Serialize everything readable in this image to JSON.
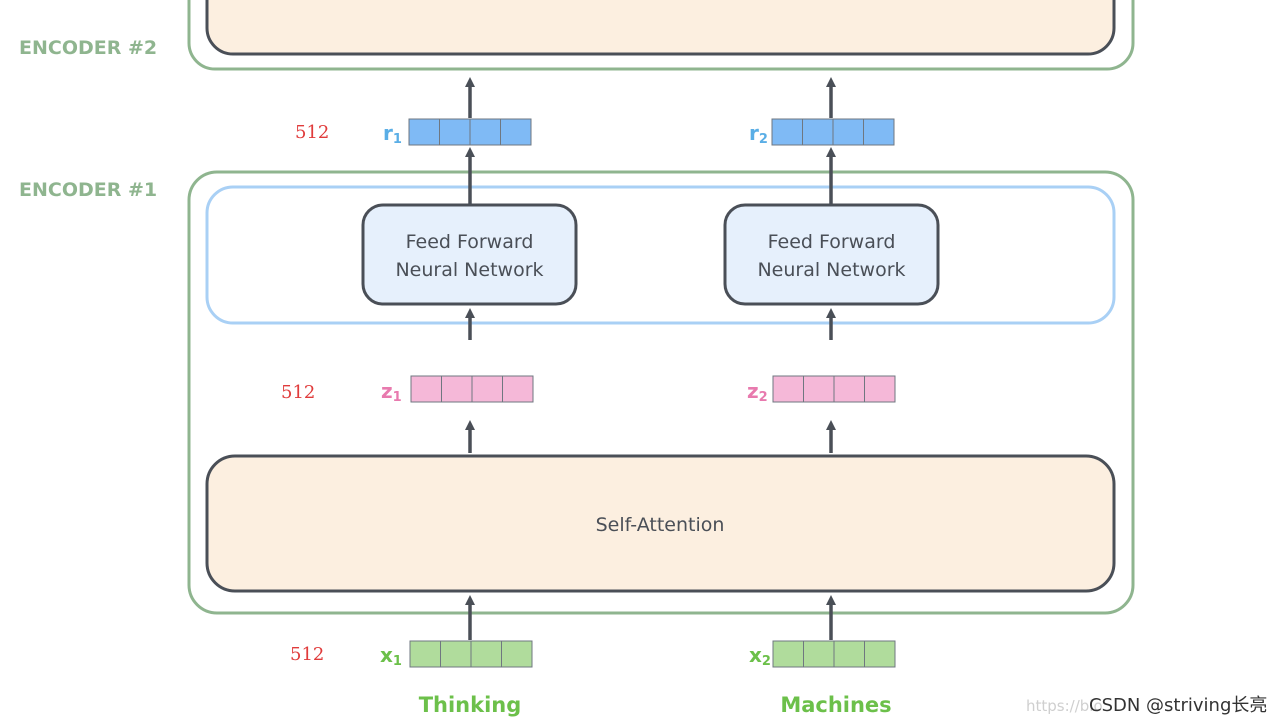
{
  "encoder2": {
    "label": "ENCODER #2"
  },
  "encoder1": {
    "label": "ENCODER #1"
  },
  "ffn": {
    "left": {
      "line1": "Feed Forward",
      "line2": "Neural Network"
    },
    "right": {
      "line1": "Feed Forward",
      "line2": "Neural Network"
    }
  },
  "self_attention": {
    "label": "Self-Attention"
  },
  "vectors": {
    "r1": {
      "letter": "r",
      "sub": "1",
      "dim": "512"
    },
    "r2": {
      "letter": "r",
      "sub": "2"
    },
    "z1": {
      "letter": "z",
      "sub": "1",
      "dim": "512"
    },
    "z2": {
      "letter": "z",
      "sub": "2"
    },
    "x1": {
      "letter": "x",
      "sub": "1",
      "dim": "512"
    },
    "x2": {
      "letter": "x",
      "sub": "2"
    }
  },
  "words": {
    "left": "Thinking",
    "right": "Machines"
  },
  "watermark": {
    "faint": "https://blo",
    "text": "CSDN @striving长亮"
  },
  "colors": {
    "encoder_border": "#8fb58f",
    "ffn_group_border": "#a9d0f5",
    "ffn_fill": "#e6f0fc",
    "dark_border": "#4a4f57",
    "attention_fill": "#fcefe0",
    "r_vector": "#7fbaf5",
    "z_vector": "#f5b8d8",
    "x_vector": "#b0dc9c",
    "r_letter": "#5aaee6",
    "z_letter": "#e87aae",
    "x_letter": "#6cc04a",
    "dim_label": "#e03b3b"
  }
}
